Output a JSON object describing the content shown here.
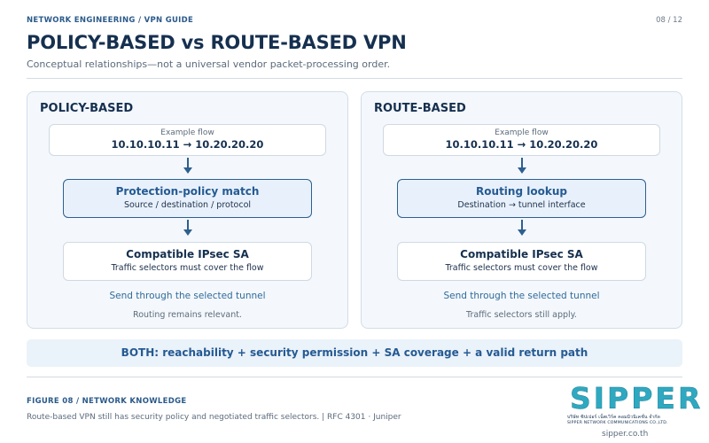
{
  "header": {
    "eyebrow": "NETWORK ENGINEERING / VPN GUIDE",
    "page": "08 / 12",
    "title": "POLICY-BASED vs ROUTE-BASED VPN",
    "subtitle": "Conceptual relationships—not a universal vendor packet-processing order."
  },
  "panels": {
    "policy": {
      "title": "POLICY-BASED",
      "flow_label": "Example flow",
      "flow_value": "10.10.10.11 → 10.20.20.20",
      "match_title": "Protection-policy match",
      "match_sub": "Source / destination / protocol",
      "sa_title": "Compatible IPsec SA",
      "sa_sub": "Traffic selectors must cover the flow",
      "send": "Send through the selected tunnel",
      "note": "Routing remains relevant."
    },
    "route": {
      "title": "ROUTE-BASED",
      "flow_label": "Example flow",
      "flow_value": "10.10.10.11 → 10.20.20.20",
      "match_title": "Routing lookup",
      "match_sub": "Destination → tunnel interface",
      "sa_title": "Compatible IPsec SA",
      "sa_sub": "Traffic selectors must cover the flow",
      "send": "Send through the selected tunnel",
      "note": "Traffic selectors still apply."
    }
  },
  "summary": "BOTH: reachability + security permission + SA coverage + a valid return path",
  "footer": {
    "figure": "FIGURE 08 / NETWORK KNOWLEDGE",
    "note": "Route-based VPN still has security policy and negotiated traffic selectors. | RFC 4301 · Juniper",
    "logo_word": "SIPPER",
    "logo_thai": "บริษัท ซิปเปอร์ เน็ตเวิร์ค คอมมิวนิเคชั่น จำกัด",
    "logo_en": "SIPPER NETWORK COMMUNICATIONS CO.,LTD.",
    "site": "sipper.co.th"
  },
  "colors": {
    "accent": "#255a92",
    "navy": "#16304f",
    "brand": "#2fa9c1"
  }
}
